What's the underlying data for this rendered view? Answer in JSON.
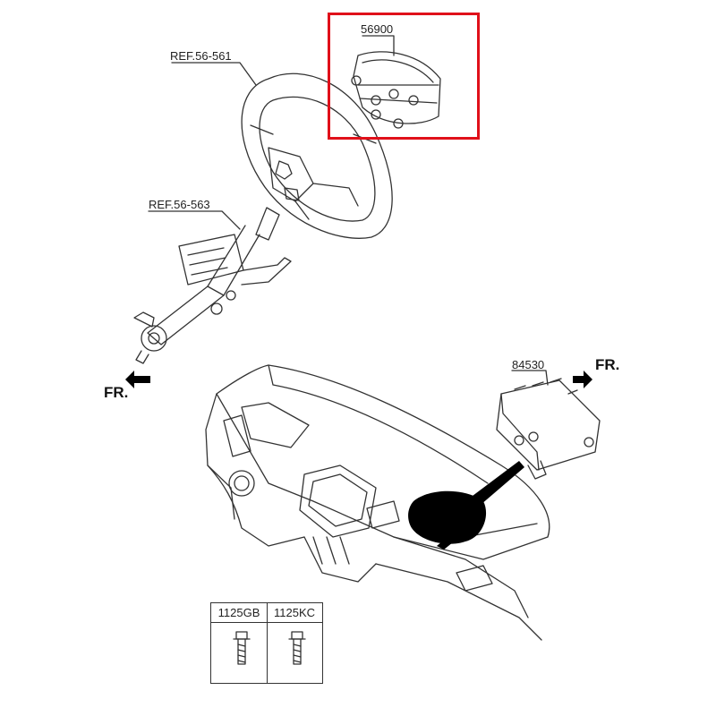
{
  "callouts": {
    "driver_airbag": "56900",
    "steering_wheel_ref": "REF.56-561",
    "steering_column_ref": "REF.56-563",
    "passenger_airbag": "84530"
  },
  "direction": {
    "left_arrow": "FR.",
    "right_arrow": "FR."
  },
  "fasteners": [
    {
      "code": "1125GB"
    },
    {
      "code": "1125KC"
    }
  ],
  "colors": {
    "highlight": "#e0101a",
    "line": "#333333"
  }
}
